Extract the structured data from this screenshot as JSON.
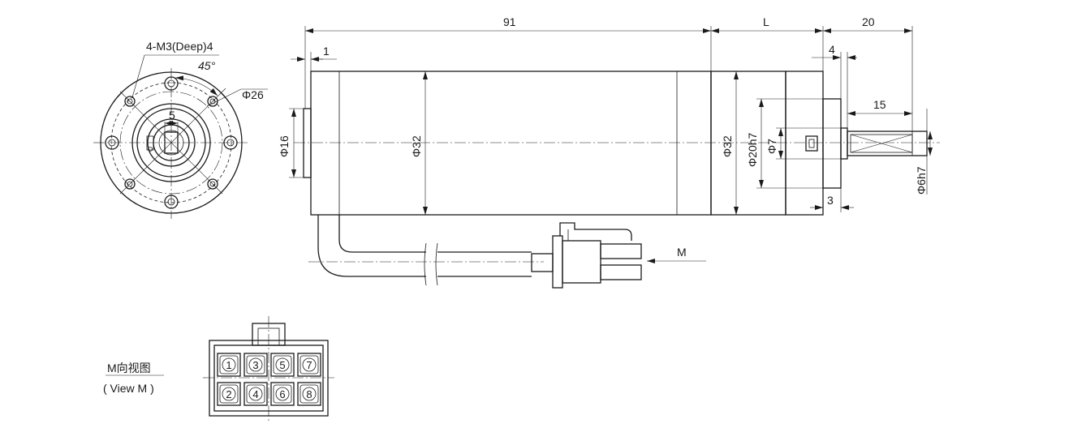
{
  "front_view": {
    "thread_note": "4-M3(Deep)4",
    "angle": "45°",
    "pcd": "Φ26",
    "key_width": "5"
  },
  "side_view": {
    "body_length": "91",
    "gearhead_length": "L",
    "shaft_length": "20",
    "flange_offset": "1",
    "collar_width": "4",
    "key_length": "15",
    "pilot_depth": "3",
    "rear_boss_dia": "Φ16",
    "body_dia": "Φ32",
    "gearhead_dia": "Φ32",
    "pilot_dia": "Φ20h7",
    "collar_dia": "Φ7",
    "shaft_dia": "Φ6h7",
    "view_arrow": "M"
  },
  "connector_view": {
    "title": "M向视图",
    "subtitle": "( View M )",
    "pins_top": [
      "1",
      "3",
      "5",
      "7"
    ],
    "pins_bottom": [
      "2",
      "4",
      "6",
      "8"
    ]
  }
}
